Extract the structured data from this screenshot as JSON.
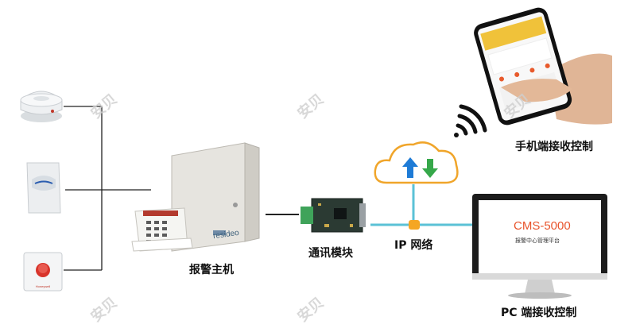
{
  "labels": {
    "alarm_host": "报警主机",
    "comm_module": "通讯模块",
    "ip_network": "IP 网络",
    "mobile_control": "手机端接收控制",
    "pc_control": "PC 端接收控制"
  },
  "monitor": {
    "title": "CMS-5000",
    "subtitle": "报警中心管理平台"
  },
  "panel_brand": "resideo",
  "watermark": "安贝",
  "colors": {
    "network_line": "#5bc2d6",
    "cloud_stroke": "#f0a52a",
    "upload_arrow": "#1e7bd6",
    "download_arrow": "#36a84a",
    "connector": "#f5a623"
  },
  "icons": [
    "smoke-detector-icon",
    "motion-sensor-icon",
    "panic-button-icon",
    "wifi-icon",
    "cloud-icon"
  ]
}
